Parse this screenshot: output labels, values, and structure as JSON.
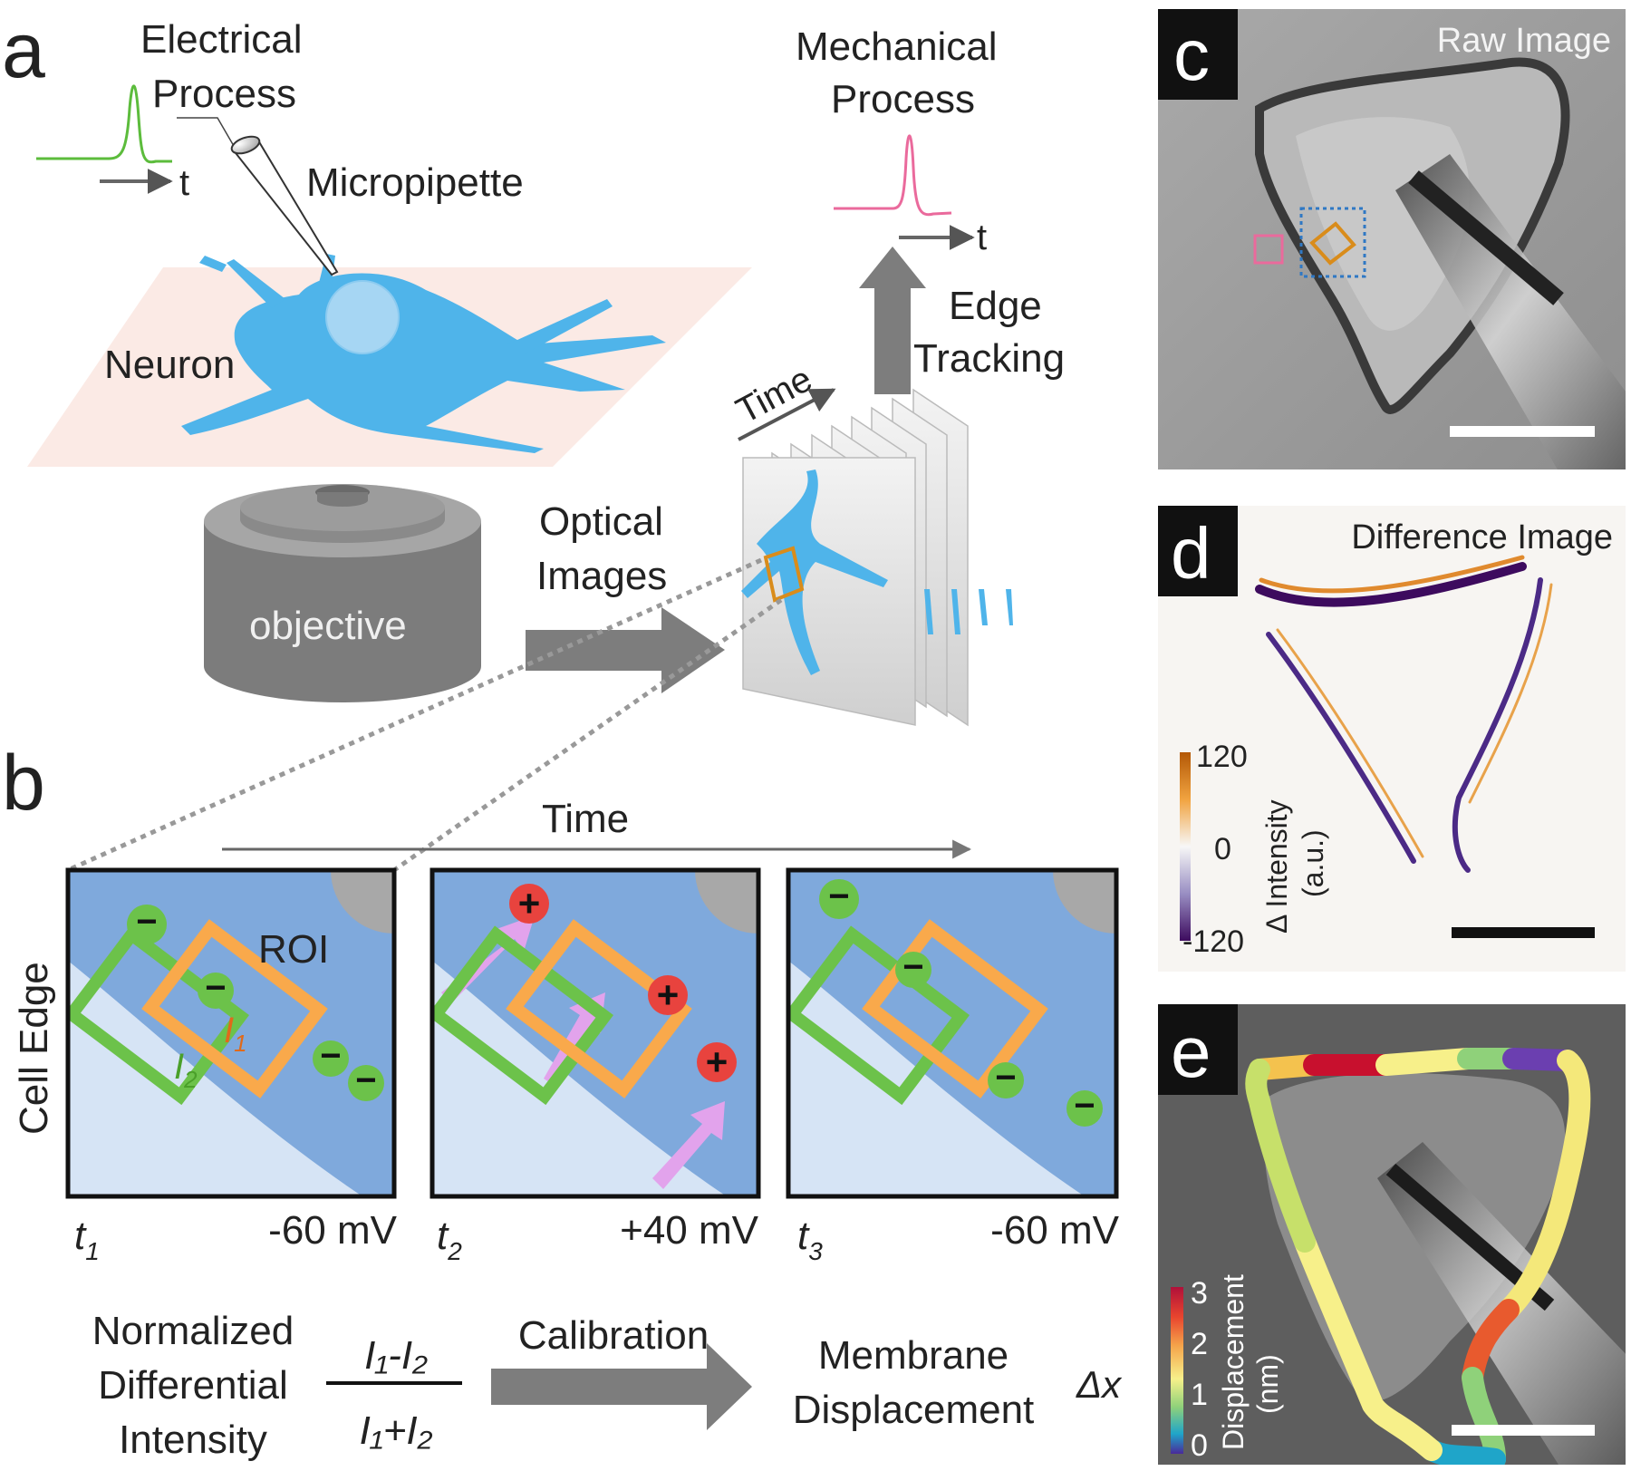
{
  "panel_a": {
    "letter": "a",
    "electrical_line1": "Electrical",
    "electrical_line2": "Process",
    "t_axis_left": "t",
    "micropipette": "Micropipette",
    "neuron": "Neuron",
    "objective": "objective",
    "optical_line1": "Optical",
    "optical_line2": "Images",
    "time_label": "Time",
    "mechanical_line1": "Mechanical",
    "mechanical_line2": "Process",
    "t_axis_right": "t",
    "edge_line1": "Edge",
    "edge_line2": "Tracking"
  },
  "panel_b": {
    "letter": "b",
    "time_label": "Time",
    "cell_edge": "Cell Edge",
    "roi": "ROI",
    "i1": "I",
    "i1_sub": "1",
    "i2": "I",
    "i2_sub": "2",
    "frames": [
      {
        "t": "t",
        "sub": "1",
        "voltage": "-60 mV"
      },
      {
        "t": "t",
        "sub": "2",
        "voltage": "+40 mV"
      },
      {
        "t": "t",
        "sub": "3",
        "voltage": "-60 mV"
      }
    ],
    "ndi_line1": "Normalized",
    "ndi_line2": "Differential",
    "ndi_line3": "Intensity",
    "formula_num": "I₁-I₂",
    "formula_den": "I₁+I₂",
    "calibration": "Calibration",
    "md_line1": "Membrane",
    "md_line2": "Displacement",
    "delta_x": "Δx",
    "minus_sign": "−",
    "plus_sign": "+"
  },
  "panel_c": {
    "letter": "c",
    "title": "Raw Image"
  },
  "panel_d": {
    "letter": "d",
    "title": "Difference Image",
    "cb_max": "120",
    "cb_mid": "0",
    "cb_min": "-120",
    "cb_label1": "Δ Intensity",
    "cb_label2": "(a.u.)"
  },
  "panel_e": {
    "letter": "e",
    "cb_ticks": [
      "3",
      "2",
      "1",
      "0"
    ],
    "cb_label1": "Displacement",
    "cb_label2": "(nm)"
  },
  "colors": {
    "neuron": "#4fb4ea",
    "cell_region": "#7fa9dc",
    "outside_region": "#d6e4f5",
    "roi_orange": "#f9a94b",
    "roi_green": "#6cc24a",
    "negative_ion": "#6cc24a",
    "positive_ion": "#e8433e",
    "ion_arrow": "#e2a3ec",
    "arrow_gray": "#7d7d7d",
    "electrical_trace": "#5cbc3c",
    "mechanical_trace": "#ea6a9c"
  }
}
